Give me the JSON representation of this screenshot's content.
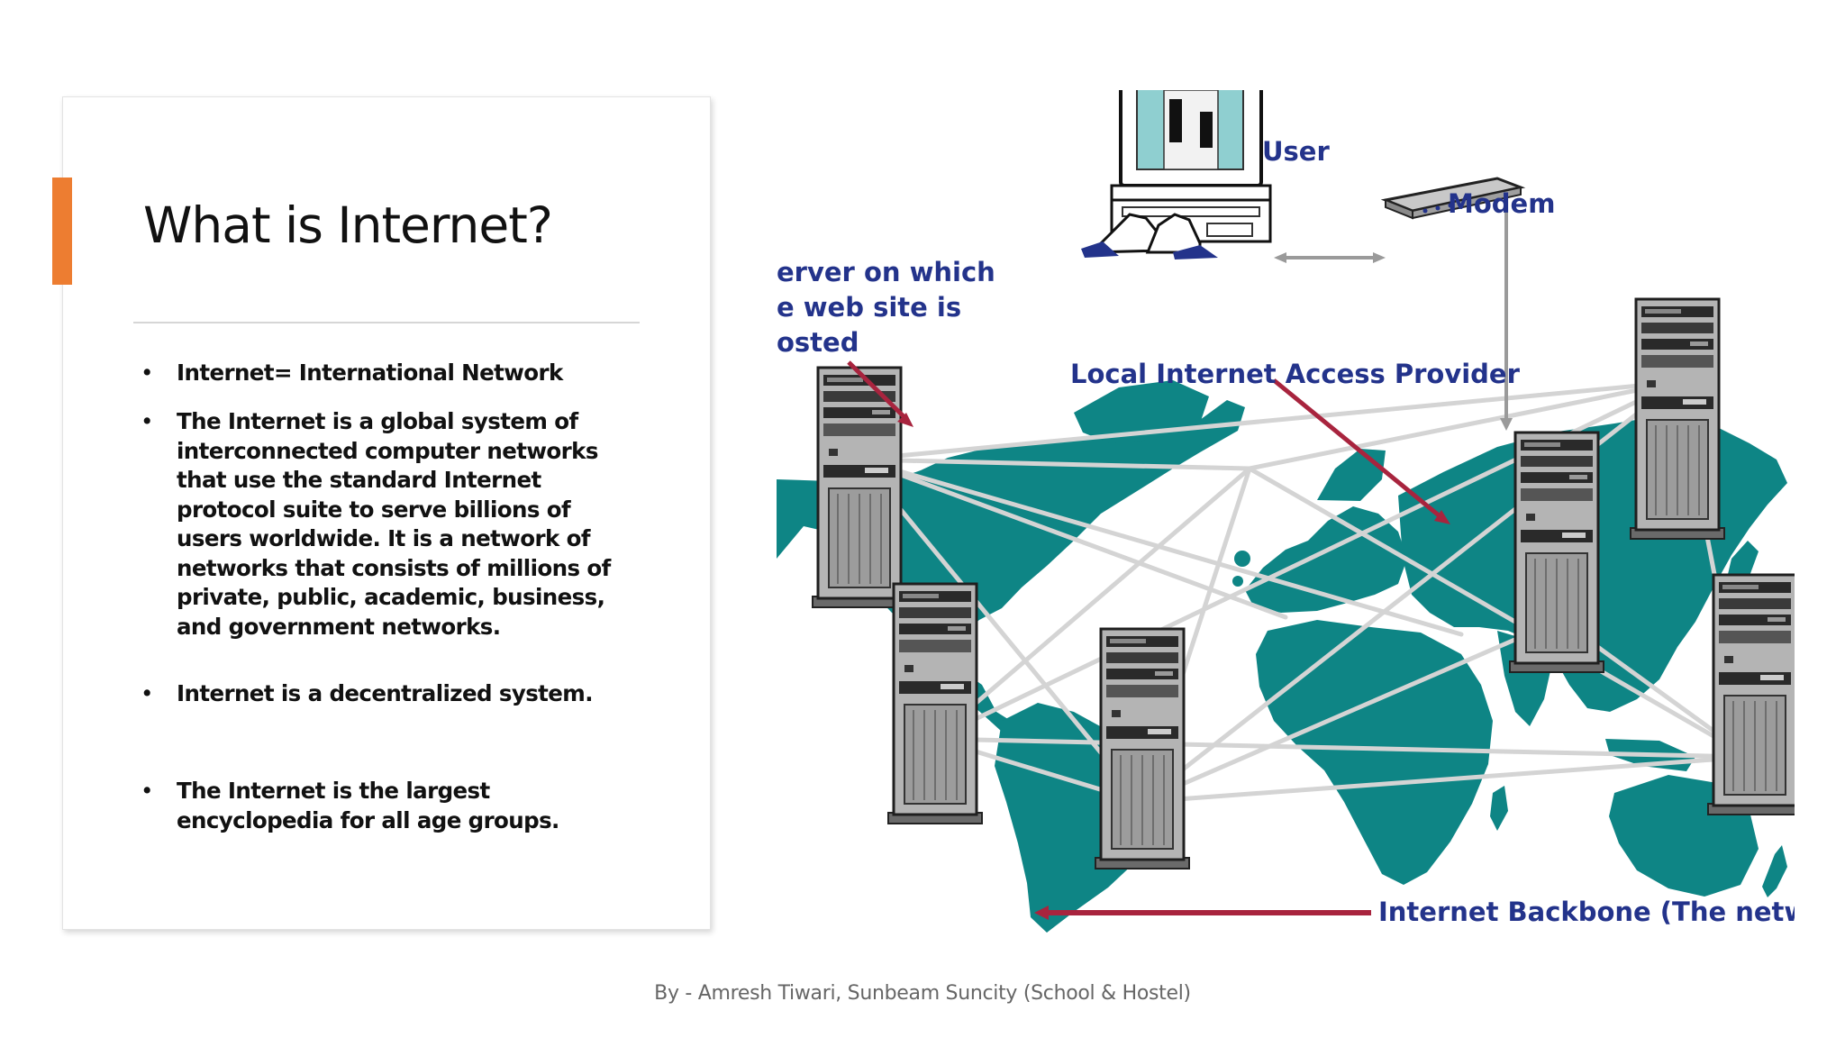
{
  "slide": {
    "title": "What is Internet?",
    "bullets": [
      "Internet= International Network",
      "The Internet is a global system of interconnected computer networks that use the standard Internet protocol suite to serve billions of users worldwide. It is a network of networks that consists of millions of private, public, academic, business, and government networks.",
      "Internet is a decentralized system.",
      "The Internet is the largest encyclopedia for all age groups."
    ],
    "footer": "By - Amresh Tiwari, Sunbeam Suncity (School & Hostel)"
  },
  "diagram": {
    "labels": {
      "user": "User",
      "modem": "Modem",
      "server_line1": "erver on which",
      "server_line2": "e web site is",
      "server_line3": "osted",
      "access_provider": "Local Internet Access Provider",
      "backbone": "Internet Backbone (The network"
    },
    "colors": {
      "continents": "#0e8585",
      "arrow": "#a8243e",
      "label_text": "#23338b",
      "accent_bar": "#ed7d31"
    }
  }
}
